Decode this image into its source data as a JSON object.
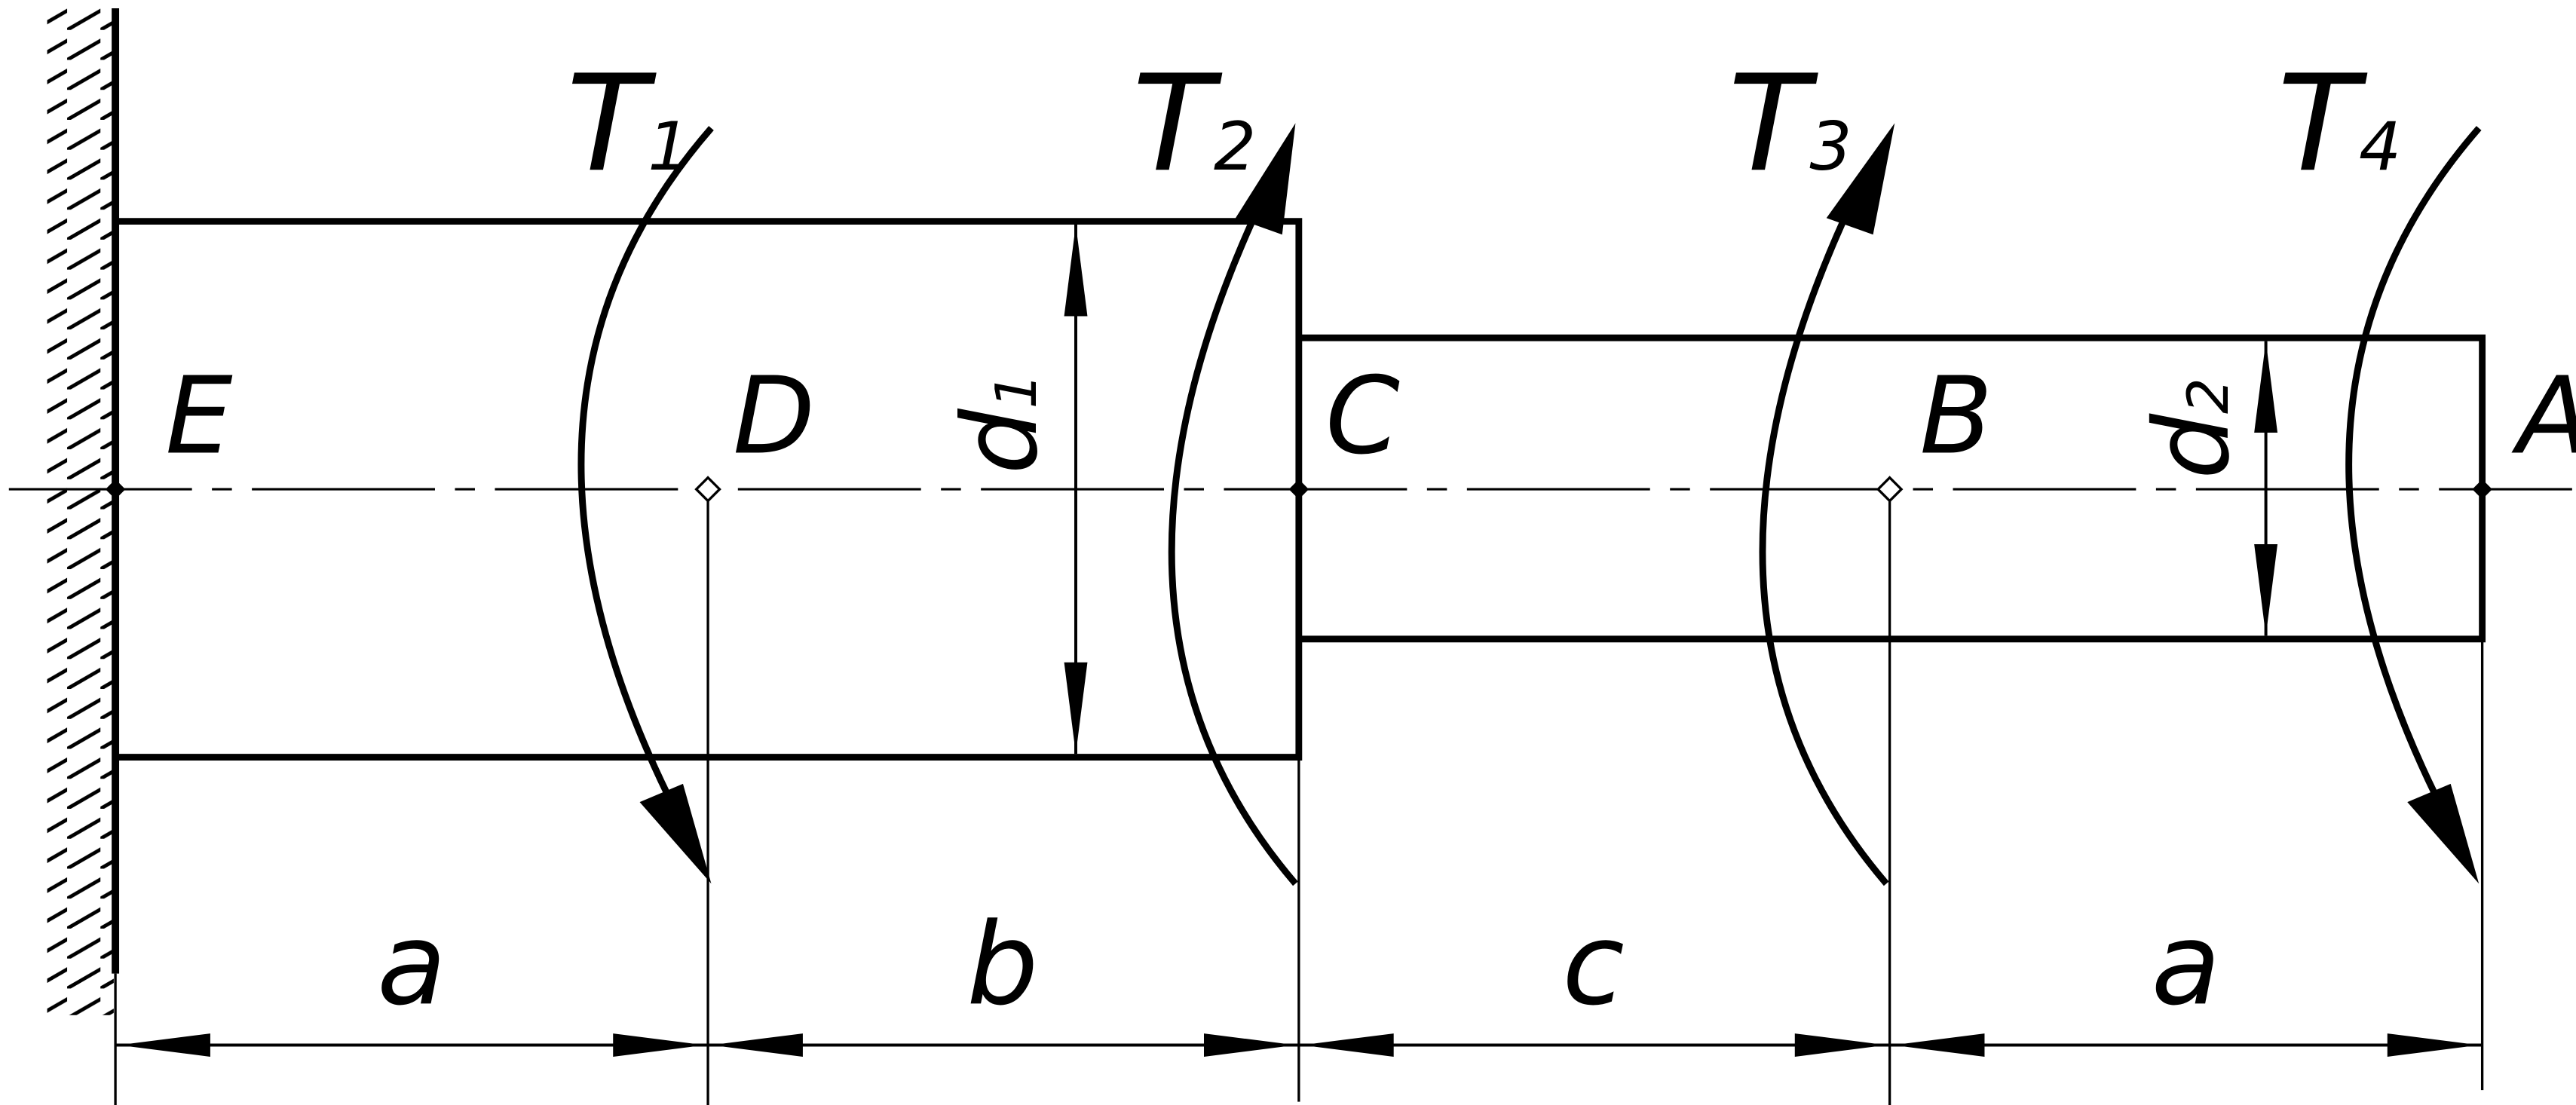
{
  "points": {
    "E": "E",
    "D": "D",
    "C": "C",
    "B": "B",
    "A": "A"
  },
  "torques": [
    {
      "letter": "T",
      "index": "1",
      "direction": "down"
    },
    {
      "letter": "T",
      "index": "2",
      "direction": "up"
    },
    {
      "letter": "T",
      "index": "3",
      "direction": "up"
    },
    {
      "letter": "T",
      "index": "4",
      "direction": "down"
    }
  ],
  "diameters": [
    {
      "letter": "d",
      "index": "1"
    },
    {
      "letter": "d",
      "index": "2"
    }
  ],
  "spans": [
    "a",
    "b",
    "c",
    "a"
  ],
  "colors": {
    "line": "#000000",
    "background": "#ffffff"
  }
}
